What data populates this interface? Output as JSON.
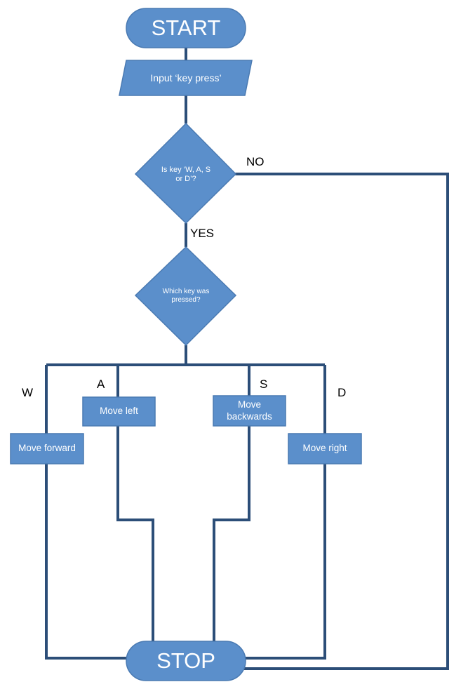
{
  "colors": {
    "shape_fill": "#5b8fcb",
    "connector": "#2c4e78",
    "text_on_shape": "#ffffff"
  },
  "nodes": {
    "start": "START",
    "input": "Input ‘key press’",
    "decision_key": "Is key ‘W, A, S or D’?",
    "decision_which": "Which key was pressed?",
    "move_forward": "Move forward",
    "move_left": "Move left",
    "move_backwards": "Move backwards",
    "move_right": "Move right",
    "stop": "STOP"
  },
  "edge_labels": {
    "no": "NO",
    "yes": "YES",
    "w": "W",
    "a": "A",
    "s": "S",
    "d": "D"
  }
}
